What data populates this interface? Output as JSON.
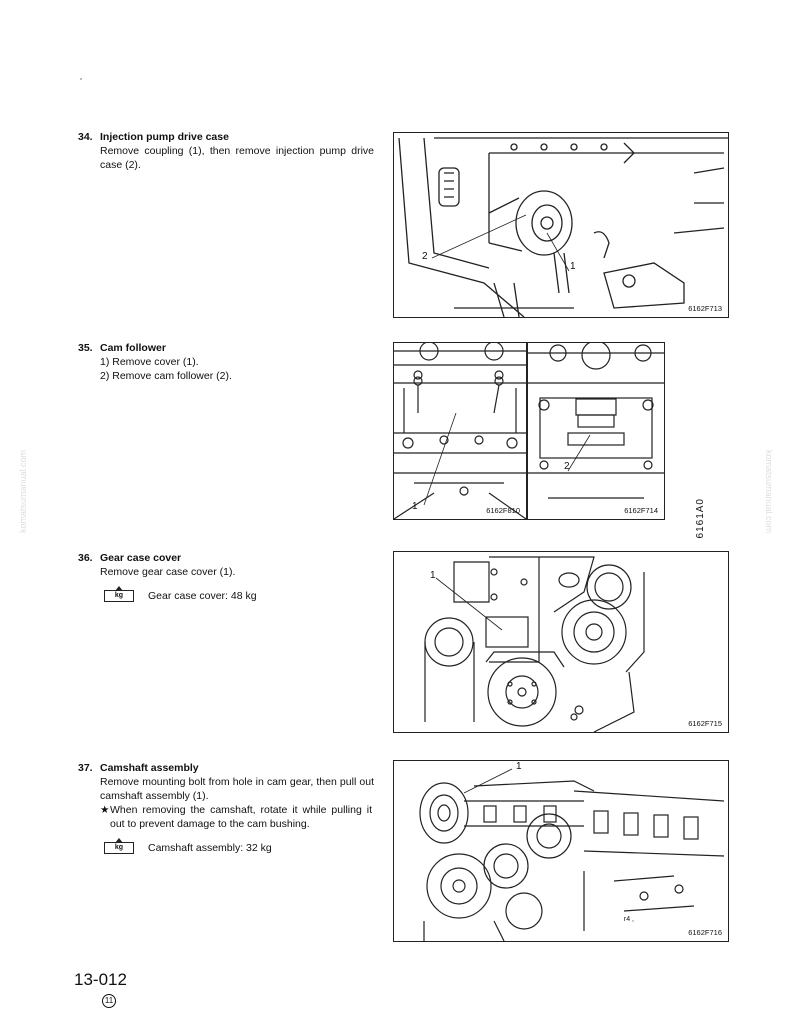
{
  "sections": [
    {
      "number": "34.",
      "title": "Injection pump drive case",
      "lines": [
        "Remove coupling (1), then remove injection pump drive case (2)."
      ],
      "figure": {
        "code": "6162F713",
        "callouts": [
          "1",
          "2"
        ]
      }
    },
    {
      "number": "35.",
      "title": "Cam follower",
      "lines": [
        "1) Remove cover (1).",
        "2) Remove cam follower (2)."
      ],
      "figures": [
        {
          "code": "6162F810",
          "callouts": [
            "1"
          ]
        },
        {
          "code": "6162F714",
          "callouts": [
            "2"
          ]
        }
      ]
    },
    {
      "number": "36.",
      "title": "Gear case cover",
      "lines": [
        "Remove gear case cover (1)."
      ],
      "weight": {
        "icon": "kg",
        "text": "Gear case cover:  48 kg"
      },
      "figure": {
        "code": "6162F715",
        "callouts": [
          "1"
        ]
      }
    },
    {
      "number": "37.",
      "title": "Camshaft assembly",
      "lines": [
        "Remove mounting bolt from hole in cam gear, then pull out camshaft assembly (1)."
      ],
      "note": {
        "symbol": "★",
        "text": "When removing the camshaft, rotate it while pulling it out to prevent damage to the cam bushing."
      },
      "weight": {
        "icon": "kg",
        "text": "Camshaft assembly: 32 kg"
      },
      "figure": {
        "code": "6162F716",
        "callouts": [
          "1"
        ],
        "mark": "r4 ,"
      }
    }
  ],
  "side_code": "6161A0",
  "watermark": "komatsumanual.com",
  "page_number": "13-012",
  "revision": "11"
}
